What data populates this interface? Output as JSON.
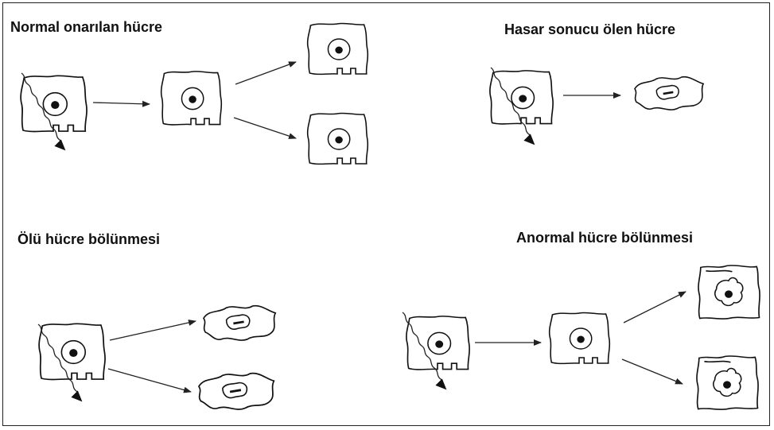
{
  "titles": {
    "normal": "Normal onarılan hücre",
    "dead": "Hasar sonucu ölen hücre",
    "dead_division": "Ölü hücre bölünmesi",
    "abnormal": "Anormal hücre bölünmesi"
  },
  "colors": {
    "line": "#111111",
    "background": "#ffffff"
  }
}
